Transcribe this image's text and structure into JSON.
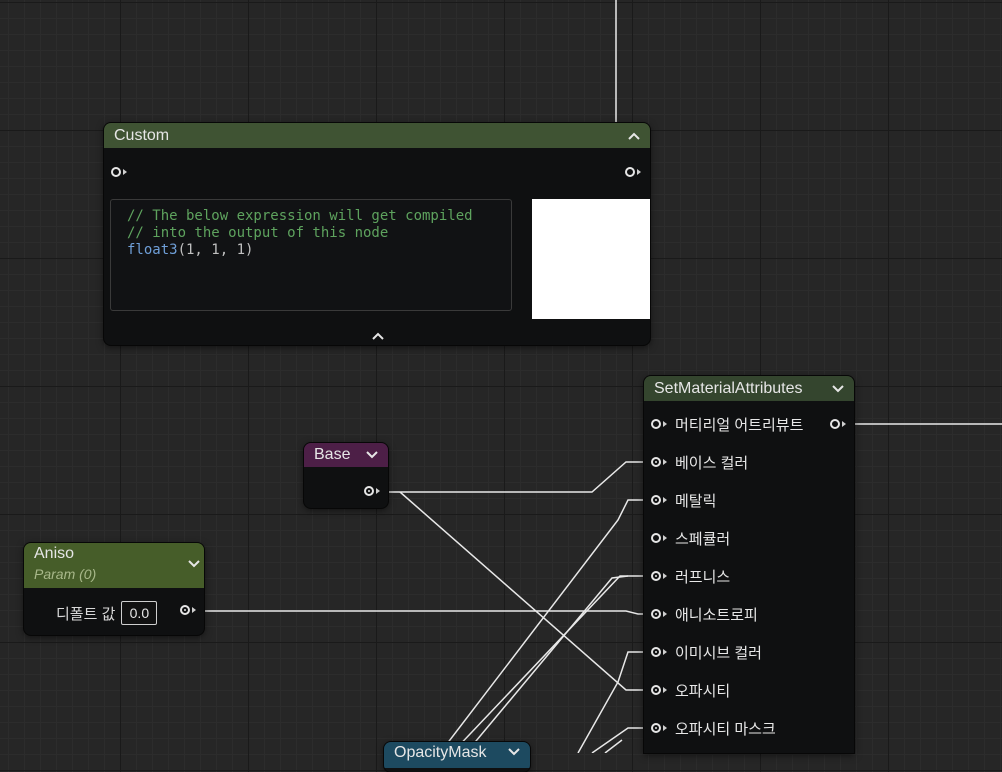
{
  "colors": {
    "custom_header": "#3f5333",
    "set_header": "#34452e",
    "base_header": "#4d1f47",
    "aniso_header": "#465d29",
    "opacity_header": "#1d4a60",
    "wire": "#e8e8e8"
  },
  "custom_node": {
    "title": "Custom",
    "code_line1": "// The below expression will get compiled",
    "code_line2": "// into the output of this node",
    "code_func": "float3",
    "code_args": "(1, 1, 1)"
  },
  "set_material_node": {
    "title": "SetMaterialAttributes",
    "pins": [
      {
        "label": "머티리얼 어트리뷰트",
        "filled": false
      },
      {
        "label": "베이스 컬러",
        "filled": true
      },
      {
        "label": "메탈릭",
        "filled": true
      },
      {
        "label": "스페큘러",
        "filled": false
      },
      {
        "label": "러프니스",
        "filled": true
      },
      {
        "label": "애니소트로피",
        "filled": true
      },
      {
        "label": "이미시브 컬러",
        "filled": true
      },
      {
        "label": "오파시티",
        "filled": true
      },
      {
        "label": "오파시티 마스크",
        "filled": true
      }
    ]
  },
  "base_node": {
    "title": "Base"
  },
  "aniso_node": {
    "title": "Aniso",
    "subtitle": "Param (0)",
    "default_label": "디폴트 값",
    "default_value": "0.0"
  },
  "opacity_node": {
    "title": "OpacityMask"
  }
}
